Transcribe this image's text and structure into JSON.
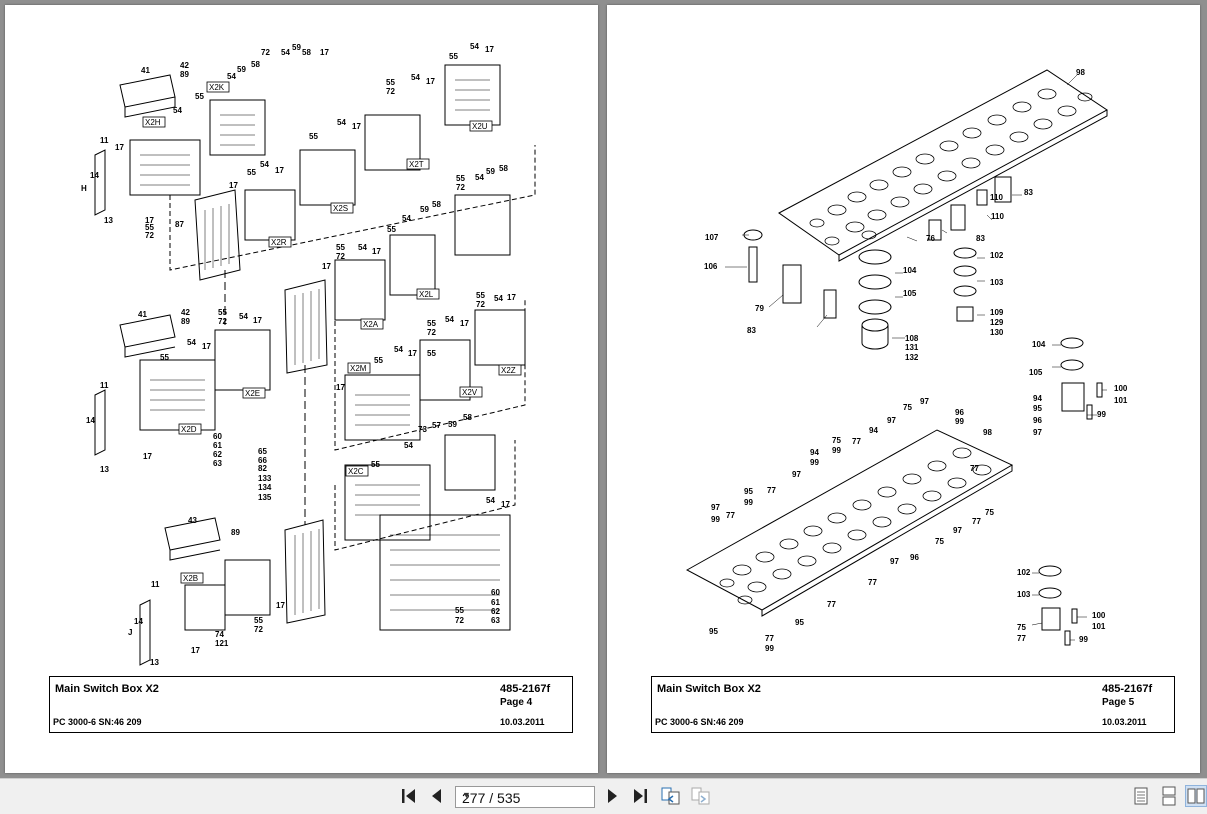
{
  "left_page": {
    "title": "Main Switch Box X2",
    "doc_no": "485-2167f",
    "page_label": "Page 4",
    "model": "PC 3000-6 SN:46 209",
    "date": "10.03.2011",
    "boxes": [
      "X2K",
      "X2H",
      "X2U",
      "X2T",
      "X2S",
      "X2R",
      "X2L",
      "X2A",
      "X2E",
      "X2D",
      "X2M",
      "X2V",
      "X2Z",
      "X2C",
      "X2B"
    ],
    "callouts": [
      "41",
      "42",
      "89",
      "55",
      "54",
      "59",
      "58",
      "72",
      "17",
      "11",
      "14",
      "H",
      "13",
      "87",
      "43",
      "J",
      "60",
      "61",
      "62",
      "63",
      "65",
      "66",
      "82",
      "133",
      "134",
      "135",
      "73",
      "57",
      "74",
      "121"
    ]
  },
  "right_page": {
    "title": "Main Switch Box X2",
    "doc_no": "485-2167f",
    "page_label": "Page 5",
    "model": "PC 3000-6 SN:46 209",
    "date": "10.03.2011",
    "callouts": [
      "98",
      "83",
      "110",
      "107",
      "106",
      "76",
      "102",
      "104",
      "103",
      "105",
      "79",
      "108",
      "131",
      "132",
      "109",
      "129",
      "130",
      "94",
      "95",
      "96",
      "97",
      "100",
      "101",
      "99",
      "75",
      "77"
    ]
  },
  "toolbar": {
    "page_value": "277 / 535",
    "first_icon": "first-page-icon",
    "prev_icon": "previous-page-icon",
    "next_icon": "next-page-icon",
    "last_icon": "last-page-icon",
    "back_icon": "previous-view-icon",
    "fwd_icon": "next-view-icon",
    "single_icon": "single-page-view-icon",
    "continuous_icon": "continuous-view-icon",
    "facing_icon": "facing-pages-view-icon"
  }
}
